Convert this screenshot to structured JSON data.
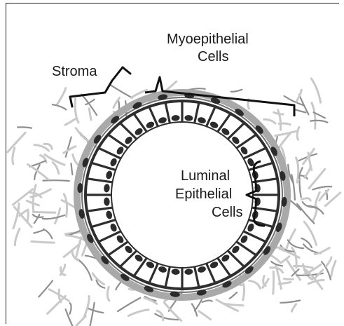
{
  "labels": {
    "stroma": "Stroma",
    "myo_line1": "Myoepithelial",
    "myo_line2": "Cells",
    "luminal_line1": "Luminal",
    "luminal_line2": "Epithelial",
    "luminal_line3": "Cells"
  },
  "colors": {
    "cell_outline": "#2e2e2e",
    "nucleus": "#2b2b2b",
    "fiber_light": "#c9c9c9",
    "fiber_dark": "#8f8f8f",
    "basement_band": "#a9a9a9"
  },
  "structure": {
    "luminal_cell_count": 36,
    "myoepithelial_nucleus_count": 24
  }
}
